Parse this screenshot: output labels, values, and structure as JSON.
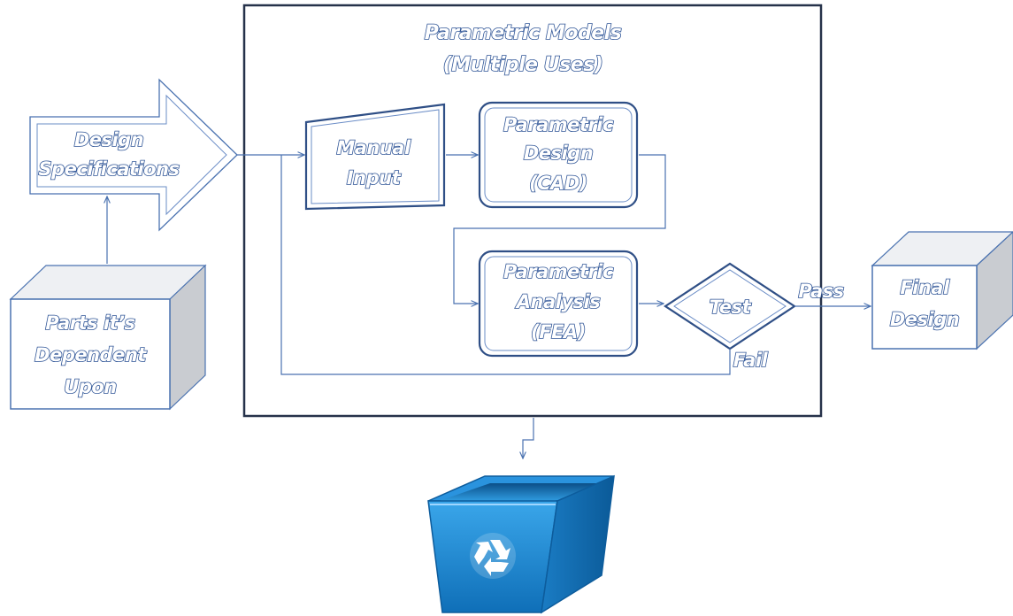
{
  "container": {
    "title_line1": "Parametric Models",
    "title_line2": "(Multiple Uses)"
  },
  "design_specifications": {
    "line1": "Design",
    "line2": "Specifications"
  },
  "parts_dependent": {
    "line1": "Parts it’s",
    "line2": "Dependent",
    "line3": "Upon"
  },
  "manual_input": {
    "line1": "Manual",
    "line2": "Input"
  },
  "parametric_design": {
    "line1": "Parametric",
    "line2": "Design",
    "line3": "(CAD)"
  },
  "parametric_analysis": {
    "line1": "Parametric",
    "line2": "Analysis",
    "line3": "(FEA)"
  },
  "test": {
    "label": "Test",
    "pass_label": "Pass",
    "fail_label": "Fail"
  },
  "final_design": {
    "line1": "Final",
    "line2": "Design"
  },
  "recycle_bin": {
    "icon": "recycle-bin-icon",
    "color": "#1e90d8"
  }
}
